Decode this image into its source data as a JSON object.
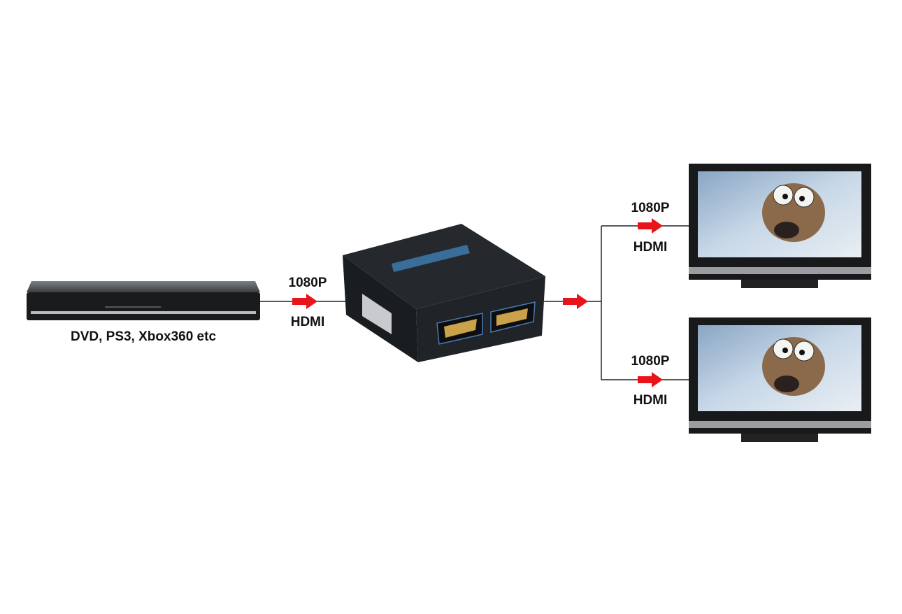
{
  "source_device": {
    "label": "DVD, PS3, Xbox360 etc"
  },
  "input_link": {
    "resolution": "1080P",
    "interface": "HDMI"
  },
  "outputs": [
    {
      "resolution": "1080P",
      "interface": "HDMI"
    },
    {
      "resolution": "1080P",
      "interface": "HDMI"
    }
  ],
  "colors": {
    "arrow": "#e8141a",
    "line": "#222222",
    "device": "#1c1f22"
  }
}
